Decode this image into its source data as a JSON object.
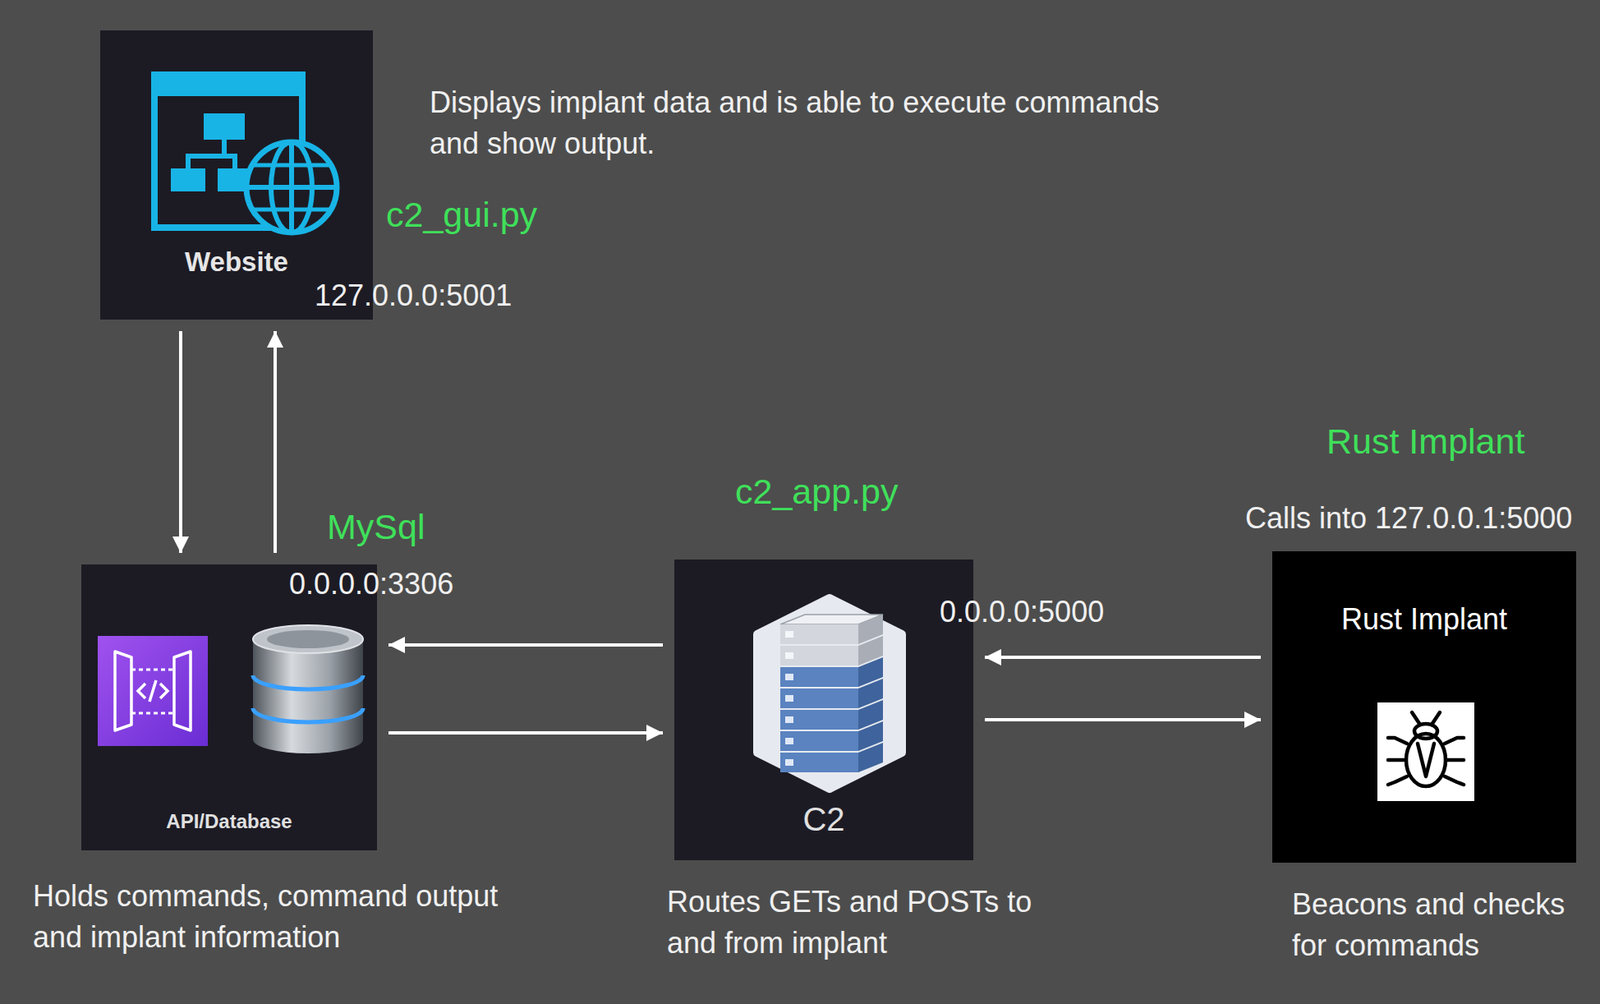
{
  "diagram": {
    "nodes": [
      {
        "text": [
          "Website"
        ]
      },
      {
        "text": [
          "API/Database"
        ]
      },
      {
        "text": [
          "C2"
        ]
      },
      {
        "text": [
          "Rust Implant"
        ]
      }
    ],
    "edges": [
      {
        "from": 0,
        "to": 1,
        "arrow": "to"
      },
      {
        "from": 1,
        "to": 0,
        "arrow": "to"
      },
      {
        "from": 2,
        "to": 1,
        "arrow": "to"
      },
      {
        "from": 1,
        "to": 2,
        "arrow": "to"
      },
      {
        "from": 3,
        "to": 2,
        "arrow": "to"
      },
      {
        "from": 2,
        "to": 3,
        "arrow": "to"
      }
    ],
    "labels": [
      "Displays implant data and is able to execute commands and show output.",
      "c2_gui.py",
      "127.0.0.0:5001",
      "Rust Implant",
      "c2_app.py",
      "Calls into 127.0.0.1:5000",
      "MySql",
      "0.0.0.0:3306",
      "0.0.0.0:5000",
      "Holds commands, command output and implant information",
      "Routes GETs and POSTs to and from implant",
      "Beacons and checks for commands"
    ]
  }
}
